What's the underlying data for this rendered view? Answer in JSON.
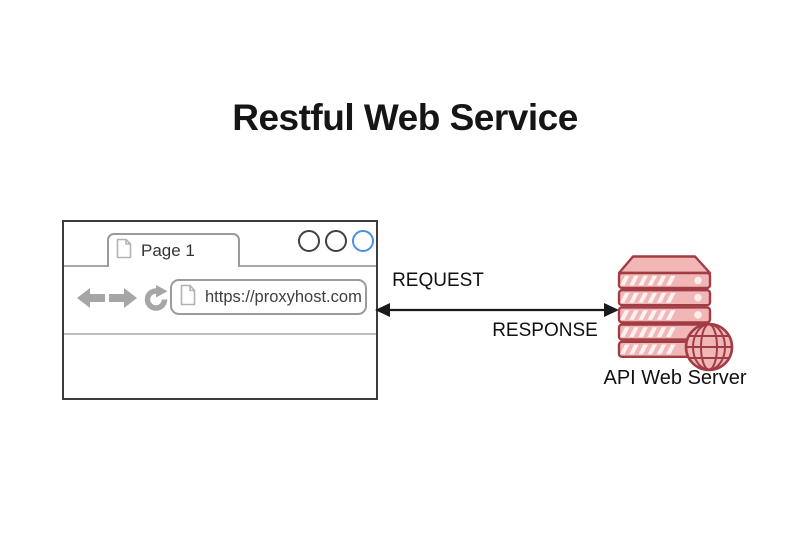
{
  "title": "Restful Web Service",
  "browser_window": {
    "tab": {
      "label": "Page 1",
      "icon": "page-icon"
    },
    "window_controls": {
      "count": 3,
      "third_control_color": "#4a90e2"
    },
    "toolbar": {
      "back_icon": "back-arrow-icon",
      "forward_icon": "forward-arrow-icon",
      "refresh_icon": "refresh-icon",
      "address_bar": {
        "icon": "page-icon",
        "value": "https://proxyhost.com"
      }
    }
  },
  "connection": {
    "request_label": "REQUEST",
    "response_label": "RESPONSE",
    "arrow_style": "double-headed-horizontal"
  },
  "server": {
    "label": "API Web Server",
    "icon": "server-stack-icon",
    "badge_icon": "globe-icon",
    "rack_units": 5
  },
  "colors": {
    "server_fill": "#f1b7b7",
    "server_stroke": "#a23c44",
    "server_stripe": "#fdf1f1",
    "window_border": "#3c3c3c",
    "tab_border": "#9b9b9b",
    "nav_icon_gray": "#a6a6a6",
    "control_blue": "#4a90e2",
    "arrow": "#1a1a1a",
    "text": "#111111"
  }
}
